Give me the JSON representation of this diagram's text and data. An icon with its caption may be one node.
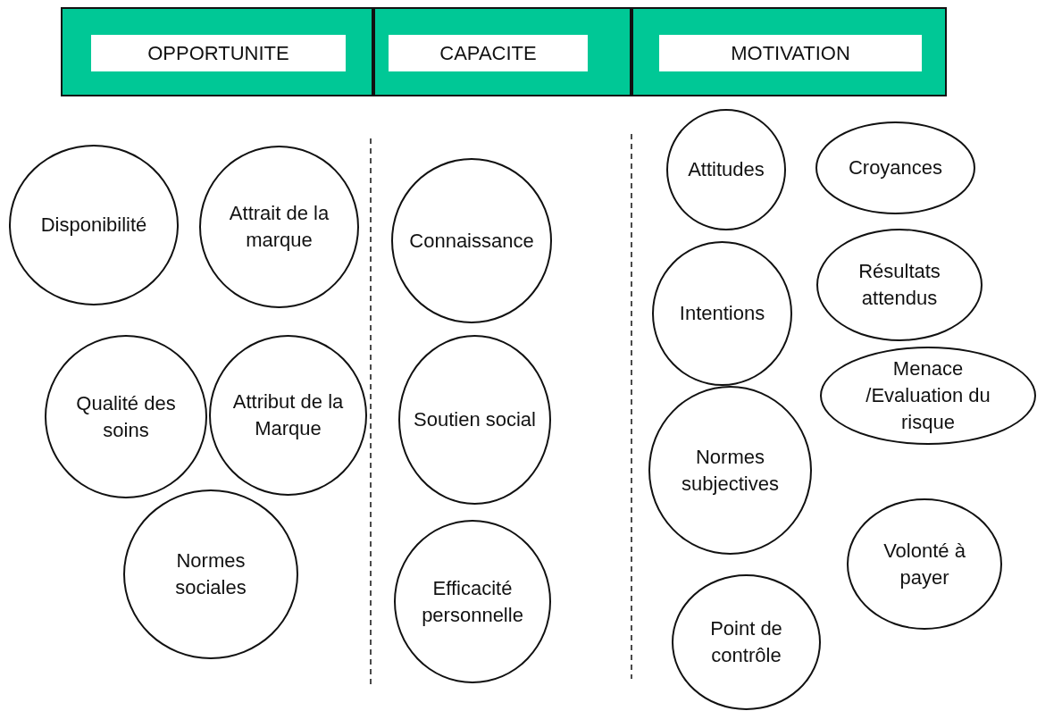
{
  "diagram": {
    "nodes": [
      {
        "text": [
          "OPPORTUNITE"
        ]
      },
      {
        "text": [
          "CAPACITE"
        ]
      },
      {
        "text": [
          "MOTIVATION"
        ]
      },
      {
        "text": [
          "Disponibilité"
        ]
      },
      {
        "text": [
          "Attrait de la marque"
        ]
      },
      {
        "text": [
          "Qualité des soins"
        ]
      },
      {
        "text": [
          "Attribut de la Marque"
        ]
      },
      {
        "text": [
          "Normes sociales"
        ]
      },
      {
        "text": [
          "Connaissance"
        ]
      },
      {
        "text": [
          "Soutien social"
        ]
      },
      {
        "text": [
          "Efficacité personnelle"
        ]
      },
      {
        "text": [
          "Attitudes"
        ]
      },
      {
        "text": [
          "Croyances"
        ]
      },
      {
        "text": [
          "Intentions"
        ]
      },
      {
        "text": [
          "Résultats attendus"
        ]
      },
      {
        "text": [
          "Menace /Evaluation du risque"
        ]
      },
      {
        "text": [
          "Normes subjectives"
        ]
      },
      {
        "text": [
          "Volonté à payer"
        ]
      },
      {
        "text": [
          "Point de contrôle"
        ]
      }
    ]
  }
}
